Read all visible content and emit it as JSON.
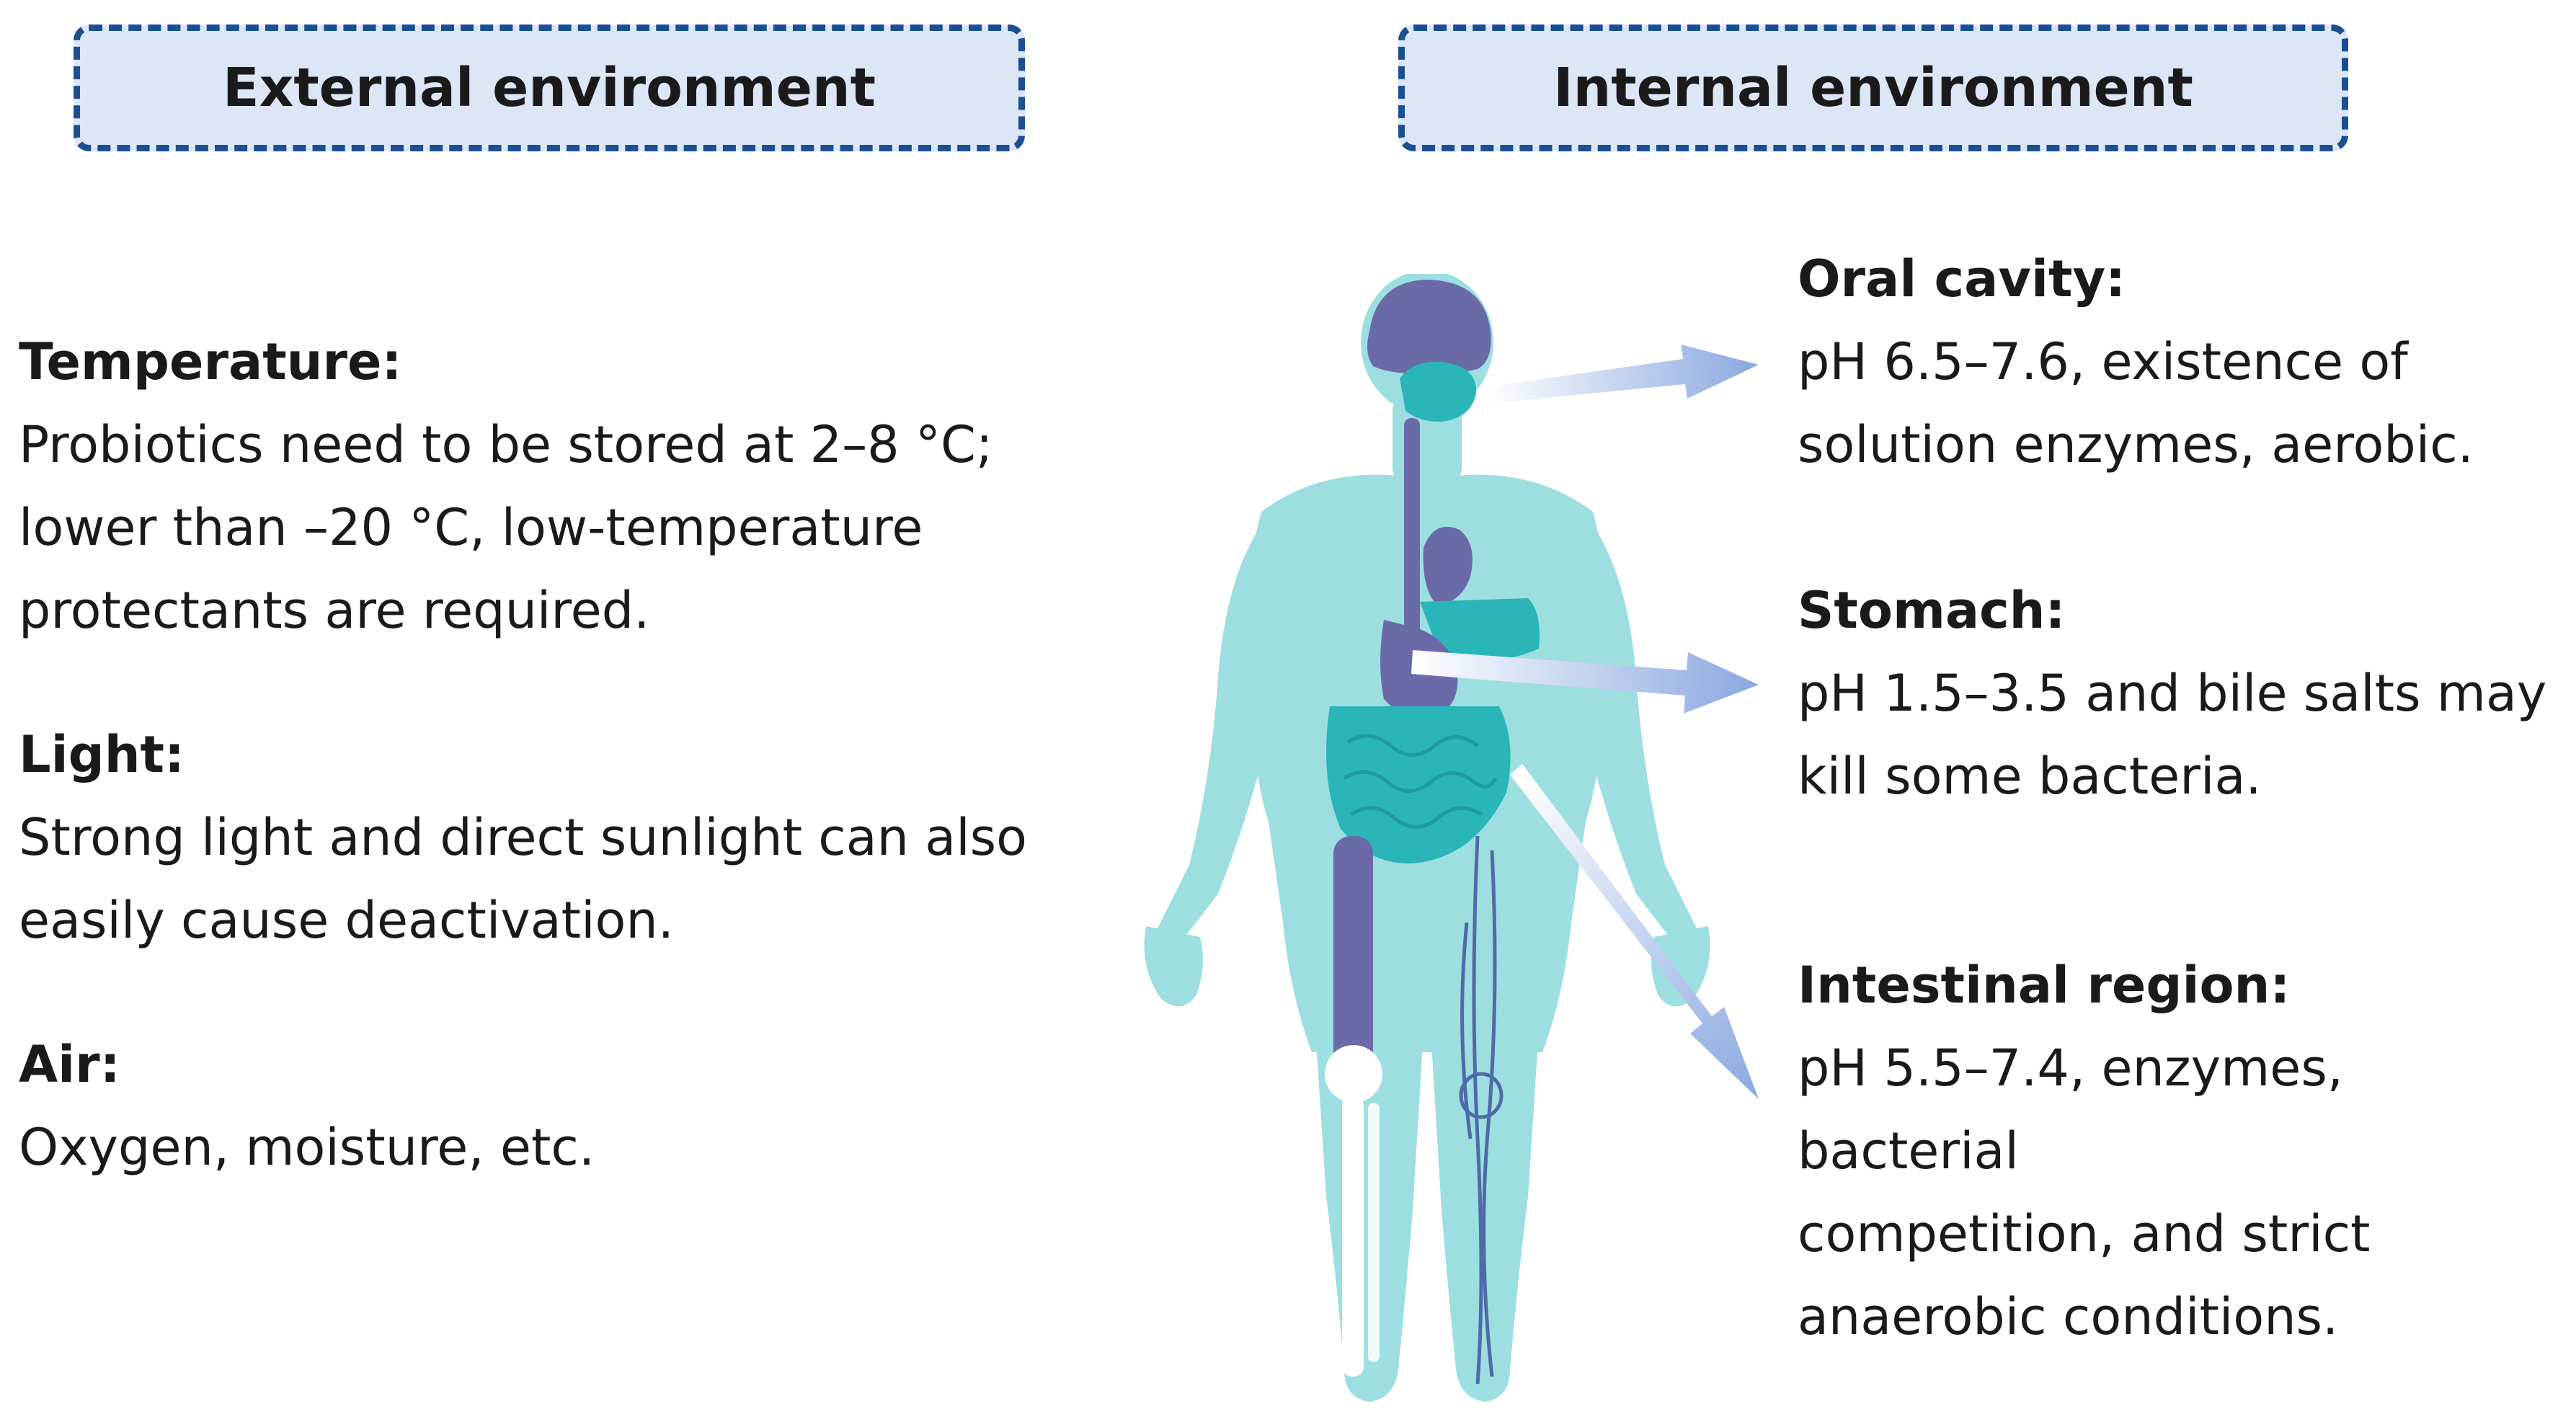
{
  "headers": {
    "external": "External environment",
    "internal": "Internal environment"
  },
  "external": {
    "temperature": {
      "title": "Temperature:",
      "lines": [
        "Probiotics need to be stored at 2–8 °C;",
        "lower than –20 °C, low-temperature",
        "protectants are required."
      ]
    },
    "light": {
      "title": "Light:",
      "lines": [
        "Strong light and direct sunlight can also",
        "easily cause deactivation."
      ]
    },
    "air": {
      "title": "Air:",
      "lines": [
        "Oxygen, moisture, etc."
      ]
    }
  },
  "internal": {
    "oral": {
      "title": "Oral cavity:",
      "lines": [
        "pH 6.5–7.6, existence of",
        "solution enzymes, aerobic."
      ]
    },
    "stomach": {
      "title": "Stomach:",
      "lines": [
        "pH 1.5–3.5 and bile salts may",
        "kill some bacteria."
      ]
    },
    "intestine": {
      "title": "Intestinal region:",
      "lines": [
        "pH 5.5–7.4, enzymes, bacterial",
        "competition, and strict",
        "anaerobic conditions."
      ]
    }
  },
  "colors": {
    "header_border": "#1b4f94",
    "header_fill": "#dde6f7",
    "body": "#9ddfe0",
    "organs_teal": "#2ab5b8",
    "organs_purple": "#6b6aa8",
    "arrow": "#8aa8e0"
  }
}
